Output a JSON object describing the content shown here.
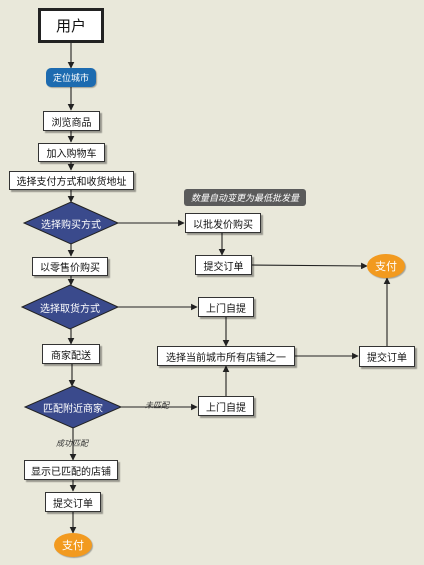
{
  "nodes": {
    "user": "用户",
    "locate_city": "定位城市",
    "browse": "浏览商品",
    "add_cart": "加入购物车",
    "choose_pay_addr": "选择支付方式和收货地址",
    "choose_buy_mode": "选择购买方式",
    "wholesale_buy": "以批发价购买",
    "retail_buy": "以零售价购买",
    "submit_order_1": "提交订单",
    "pay_1": "支付",
    "choose_pickup": "选择取货方式",
    "self_pickup_1": "上门自提",
    "merchant_delivery": "商家配送",
    "choose_store": "选择当前城市所有店铺之一",
    "submit_order_2": "提交订单",
    "match_store": "匹配附近商家",
    "self_pickup_2": "上门自提",
    "show_matched": "显示已匹配的店铺",
    "submit_order_3": "提交订单",
    "pay_2": "支付"
  },
  "annotations": {
    "qty_note": "数量自动变更为最低批发量",
    "not_matched": "未匹配",
    "matched": "成功匹配"
  },
  "colors": {
    "background": "#e9e8da",
    "diamond": "#3a4a8c",
    "pill": "#1d6bb0",
    "oval": "#f29a1f",
    "note": "#5b5b5b",
    "line": "#222222"
  }
}
